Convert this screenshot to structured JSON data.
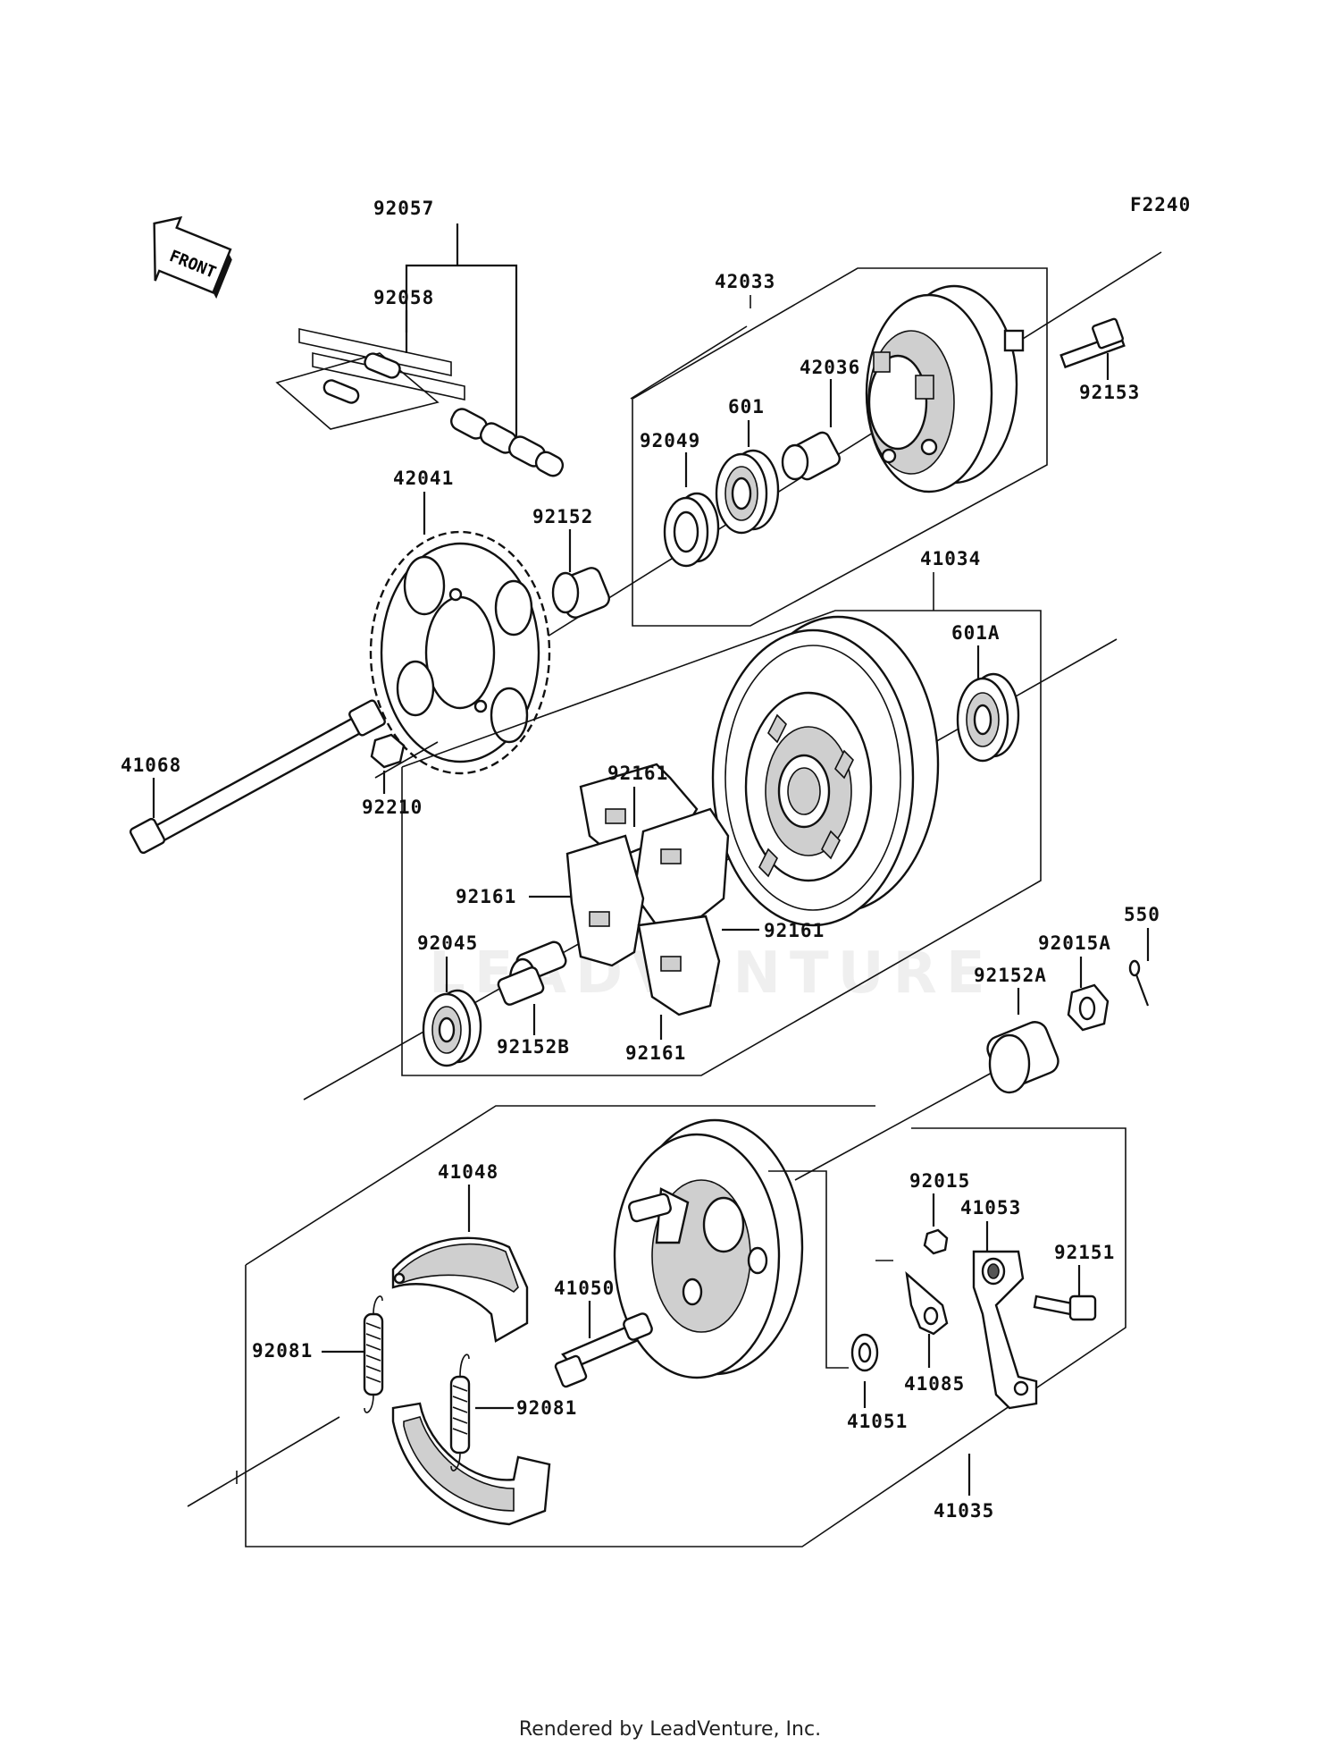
{
  "diagram_code": "F2240",
  "front_label": "FRONT",
  "watermark": "LEADVENTURE",
  "footer": "Rendered by LeadVenture, Inc.",
  "callouts": {
    "c92057": "92057",
    "c92058": "92058",
    "c42033": "42033",
    "c42036": "42036",
    "c601": "601",
    "c92049": "92049",
    "c92153": "92153",
    "c42041": "42041",
    "c92152": "92152",
    "c41034": "41034",
    "c601A": "601A",
    "c41068": "41068",
    "c92210": "92210",
    "c92161a": "92161",
    "c92161b": "92161",
    "c92161c": "92161",
    "c92161d": "92161",
    "c92045": "92045",
    "c92152B": "92152B",
    "c550": "550",
    "c92015A": "92015A",
    "c92152A": "92152A",
    "c41048a": "41048",
    "c41048b": "41048",
    "c41050": "41050",
    "c92081a": "92081",
    "c92081b": "92081",
    "c92015": "92015",
    "c41053": "41053",
    "c92151": "92151",
    "c41085": "41085",
    "c41051": "41051",
    "c41035": "41035"
  }
}
